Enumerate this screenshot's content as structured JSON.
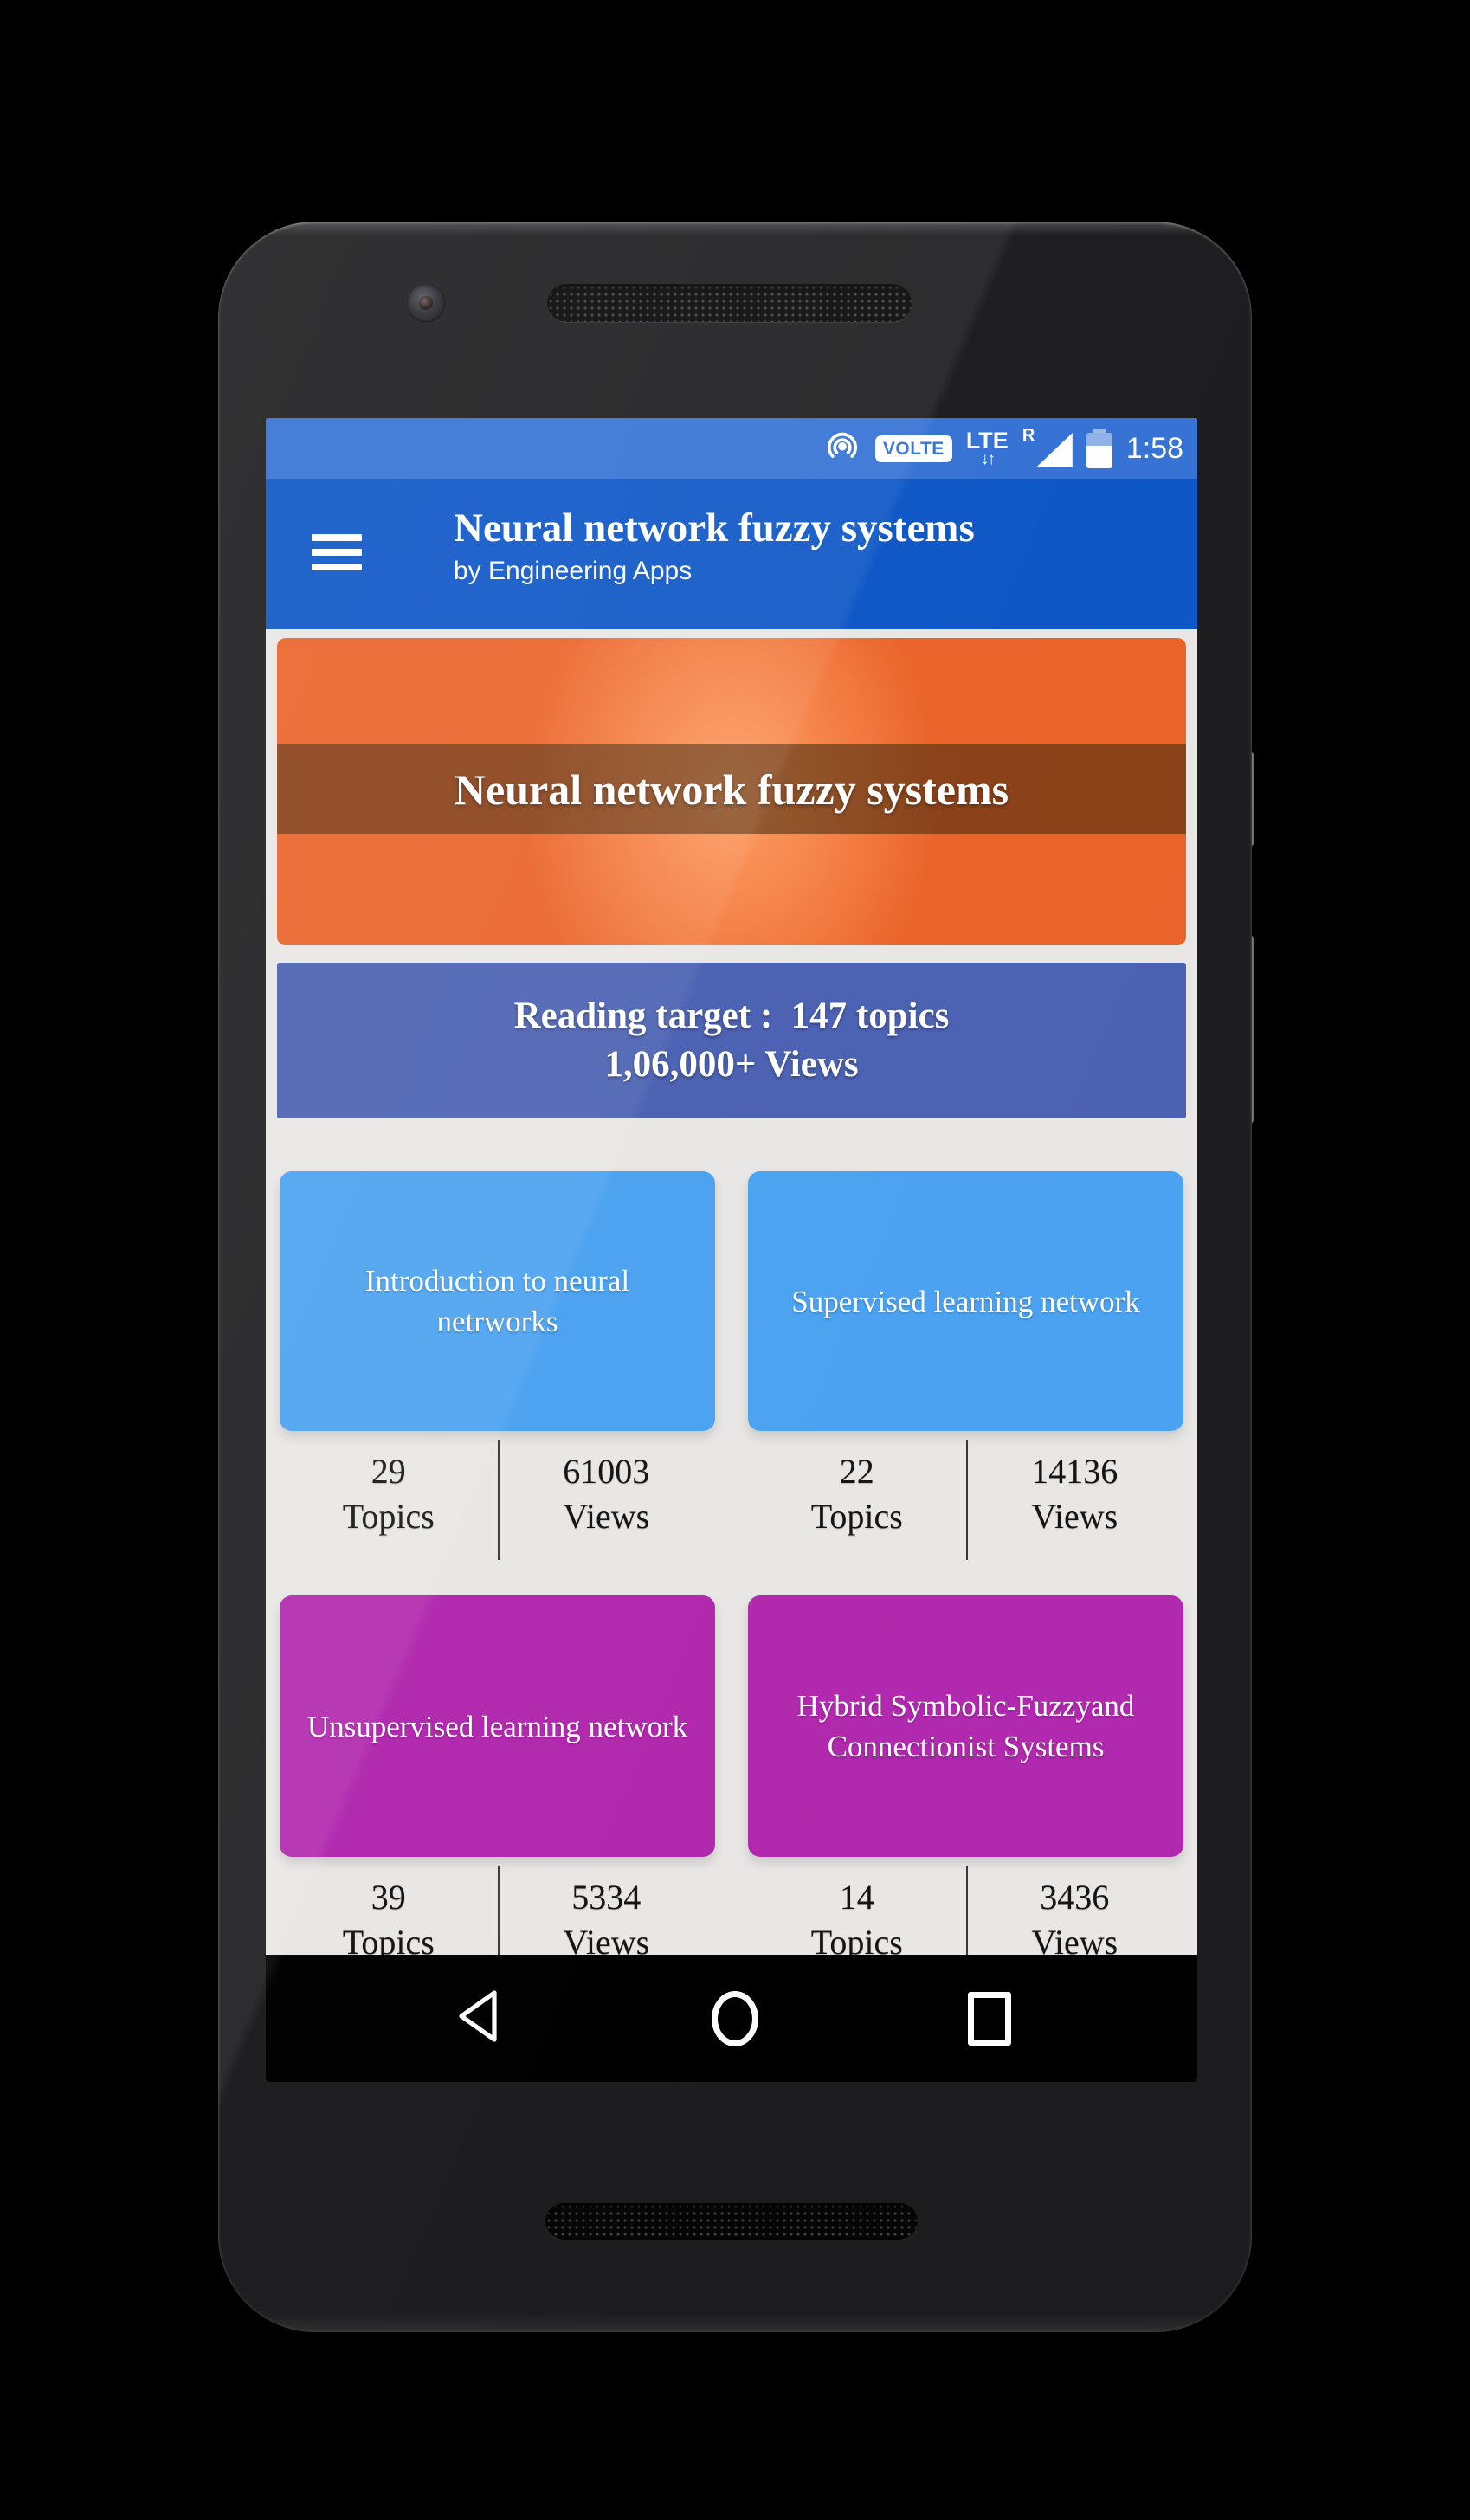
{
  "status_bar": {
    "time": "1:58",
    "volte": "VOLTE",
    "network": "LTE",
    "roaming": "R"
  },
  "app_bar": {
    "title": "Neural network fuzzy systems",
    "subtitle": "by Engineering Apps"
  },
  "hero_banner": {
    "title": "Neural network fuzzy systems"
  },
  "reading_target": {
    "line1": "Reading target :  147 topics",
    "line2": "1,06,000+ Views"
  },
  "labels": {
    "topics": "Topics",
    "views": "Views"
  },
  "cards": [
    {
      "title": "Introduction to neural netrworks",
      "topics_count": "29",
      "views_count": "61003"
    },
    {
      "title": "Supervised learning network",
      "topics_count": "22",
      "views_count": "14136"
    },
    {
      "title": "Unsupervised learning network",
      "topics_count": "39",
      "views_count": "5334"
    },
    {
      "title": "Hybrid Symbolic-Fuzzyand Connectionist Systems",
      "topics_count": "14",
      "views_count": "3436"
    }
  ],
  "colors": {
    "status_bar": "#3572d4",
    "app_bar": "#0d56c6",
    "hero_orange": "#ea6329",
    "hero_band": "rgba(74,44,13,0.60)",
    "reading_banner": "#4b61b2",
    "card_blue": "#4ba2f0",
    "card_magenta": "#b129ae",
    "content_bg": "#e9e7e5",
    "nav_bar": "#000000"
  }
}
